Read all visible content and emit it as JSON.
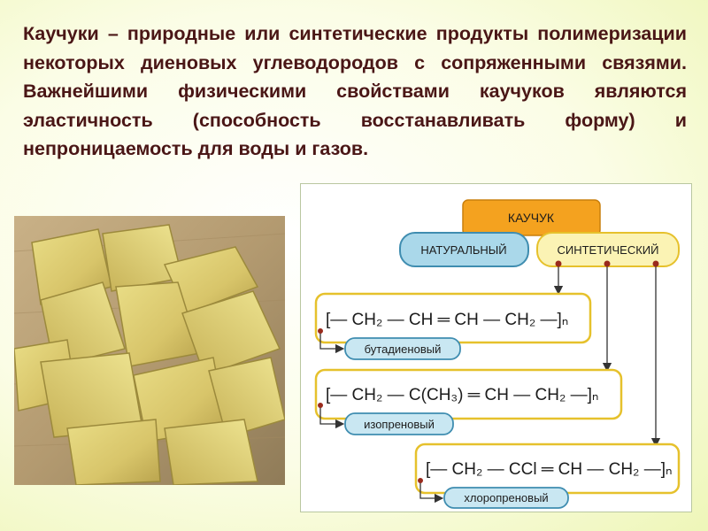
{
  "slide": {
    "paragraph": "Каучуки – природные или синтетические продукты полимеризации некоторых диеновых углеводородов с сопряженными связями. Важнейшими физическими свойствами каучуков являются эластичность (способность восстанавливать форму) и непроницаемость для воды и газов."
  },
  "diagram": {
    "root": "КАУЧУК",
    "natural": "НАТУРАЛЬНЫЙ",
    "synthetic": "СИНТЕТИЧЕСКИЙ",
    "rubbers": [
      {
        "formula": "[— CH₂ — CH ═ CH — CH₂ —]ₙ",
        "name": "бутадиеновый"
      },
      {
        "formula": "[— CH₂ — C(CH₃) ═ CH — CH₂ —]ₙ",
        "name": "изопреновый"
      },
      {
        "formula": "[— CH₂ — CCl ═ CH — CH₂ —]ₙ",
        "name": "хлоропреновый"
      }
    ]
  },
  "colors": {
    "text": "#4a1616",
    "root_fill": "#f4a21f",
    "natural_fill": "#aad8ea",
    "synthetic_fill": "#fbf3b4",
    "formula_border": "#e6c12c",
    "name_fill": "#c9e7f2"
  }
}
